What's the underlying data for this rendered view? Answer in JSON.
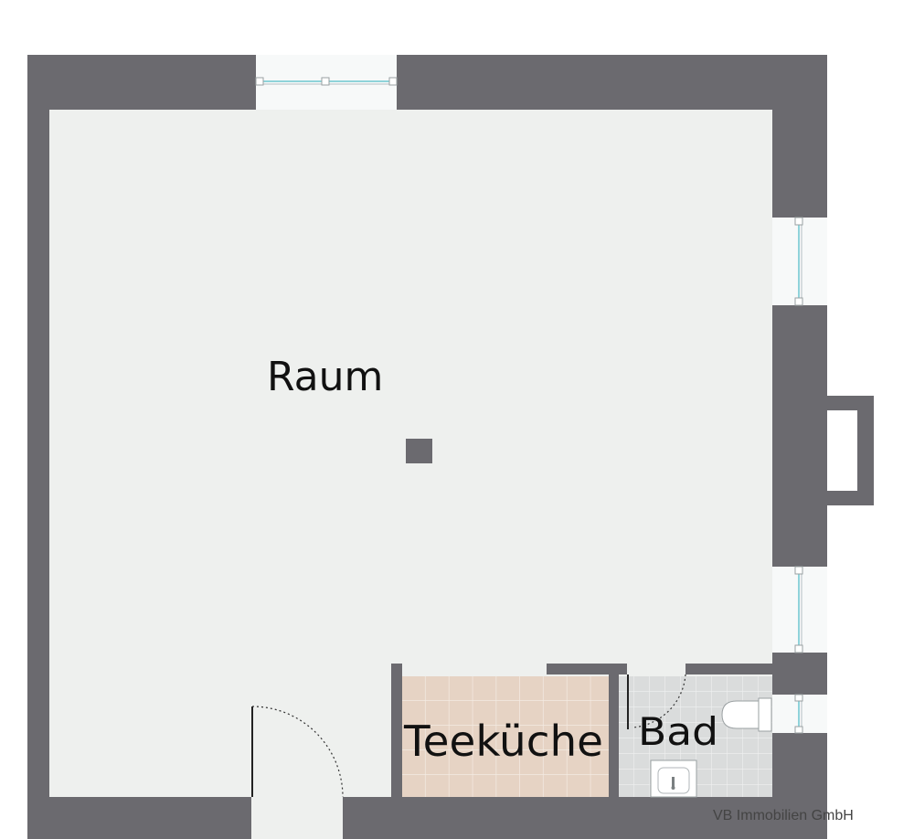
{
  "rooms": {
    "main": "Raum",
    "kitchen": "Teeküche",
    "bathroom": "Bad"
  },
  "credit": "VB Immobilien GmbH",
  "colors": {
    "wall": "#6b6a6f",
    "floor": "#eef0ee",
    "kitchen_tile": "#e6d3c4",
    "kitchen_grout": "#f4ebe3",
    "bath_tile": "#dadcdc",
    "bath_grout": "#f0f1f1",
    "window": "#ffffff"
  }
}
